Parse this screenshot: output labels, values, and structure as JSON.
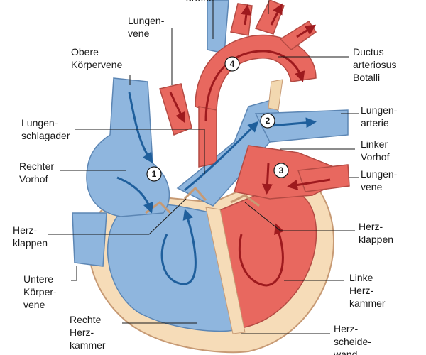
{
  "labels": {
    "arterie_top": "arterie",
    "lungenvene_top": [
      "Lungen-",
      "vene"
    ],
    "obere_koerpervene": [
      "Obere",
      "Körpervene"
    ],
    "lungenschlagader": [
      "Lungen-",
      "schlagader"
    ],
    "rechter_vorhof": [
      "Rechter",
      "Vorhof"
    ],
    "herzklappen_left": [
      "Herz-",
      "klappen"
    ],
    "untere_koerpervene": [
      "Untere",
      "Körper-",
      "vene"
    ],
    "rechte_herzkammer": [
      "Rechte",
      "Herz-",
      "kammer"
    ],
    "ductus": [
      "Ductus",
      "arteriosus",
      "Botalli"
    ],
    "lungenarterie": [
      "Lungen-",
      "arterie"
    ],
    "linker_vorhof": [
      "Linker",
      "Vorhof"
    ],
    "lungenvene_right": [
      "Lungen-",
      "vene"
    ],
    "herzklappen_right": [
      "Herz-",
      "klappen"
    ],
    "linke_herzkammer": [
      "Linke",
      "Herz-",
      "kammer"
    ],
    "herzscheidewand": [
      "Herz-",
      "scheide-",
      "wand"
    ]
  },
  "markers": [
    "1",
    "2",
    "3",
    "4"
  ],
  "colors": {
    "oxygen_poor_blue": "#8fb6de",
    "oxygen_rich_red": "#e8685f",
    "heart_wall": "#f6dcb8",
    "arrow_blue": "#1f5f9c",
    "arrow_red": "#9e1a1e"
  }
}
